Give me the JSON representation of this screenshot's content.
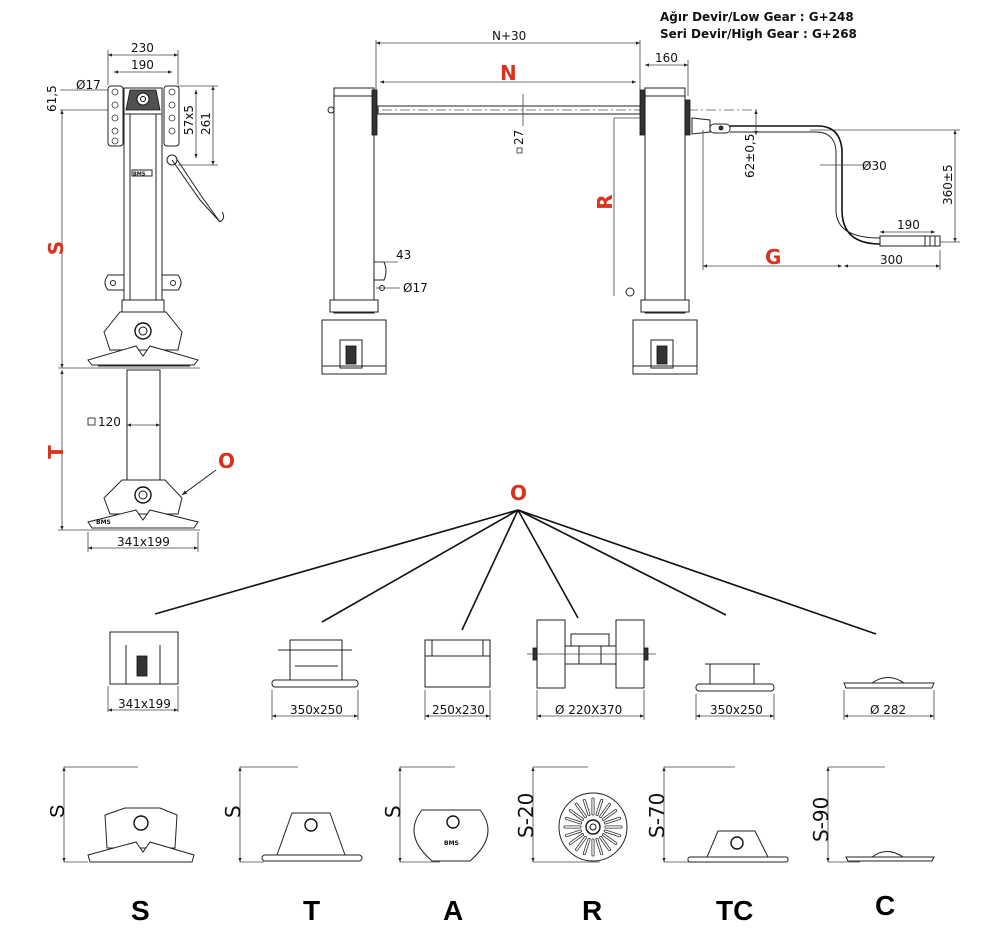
{
  "gear_notes": {
    "low_gear": "Ağır Devir/Low Gear : G+248",
    "high_gear": "Seri Devir/High Gear : G+268"
  },
  "side_view": {
    "width_outer": "230",
    "width_inner": "190",
    "hole_dia": "Ø17",
    "offset": "61,5",
    "hole_pitch": "57x5",
    "plate_height": "261",
    "brand": "BMS",
    "label_s": "S",
    "label_t": "T",
    "label_o": "O",
    "tube_size": "120",
    "foot_size": "341x199"
  },
  "front_view": {
    "overall_width": "N+30",
    "label_n": "N",
    "shaft_size": "27",
    "label_r": "R",
    "side_offset": "160",
    "lug_offset": "43",
    "lug_hole": "Ø17",
    "crank_offset": "62±0,5",
    "crank_dia": "Ø30",
    "crank_height": "360±5",
    "handle_length": "190",
    "handle_reach": "300",
    "label_g": "G"
  },
  "foot_options": {
    "callout": "O",
    "items": [
      {
        "code": "S",
        "size": "341x199",
        "height_label": "S"
      },
      {
        "code": "T",
        "size": "350x250",
        "height_label": "S"
      },
      {
        "code": "A",
        "size": "250x230",
        "height_label": "S"
      },
      {
        "code": "R",
        "size": "Ø 220X370",
        "height_label": "S-20"
      },
      {
        "code": "TC",
        "size": "350x250",
        "height_label": "S-70"
      },
      {
        "code": "C",
        "size": "Ø 282",
        "height_label": "S-90"
      }
    ]
  }
}
